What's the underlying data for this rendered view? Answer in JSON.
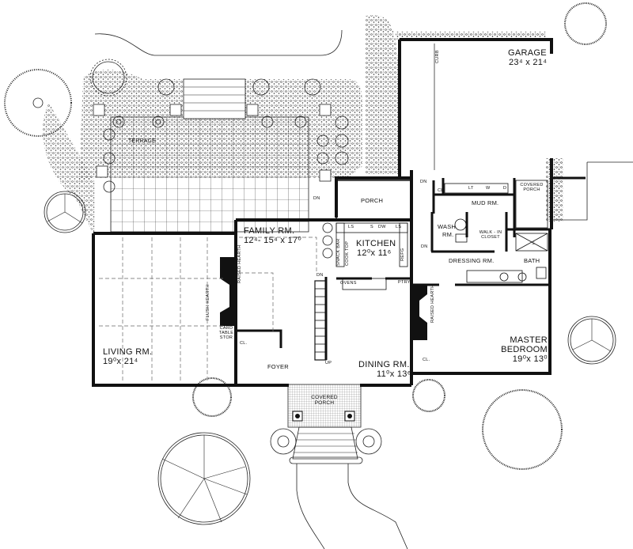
{
  "plan": {
    "rooms": {
      "garage": {
        "name": "GARAGE",
        "dim": "23⁴ x 21⁴"
      },
      "family": {
        "name": "FAMILY RM.",
        "dim": "12⁴- 15⁴ x 17⁰"
      },
      "kitchen": {
        "name": "KITCHEN",
        "dim": "12⁰x 11⁶"
      },
      "living": {
        "name": "LIVING RM.",
        "dim": "19⁰x 21⁴"
      },
      "dining": {
        "name": "DINING RM.",
        "dim": "11⁰x 13⁶"
      },
      "master": {
        "name": "MASTER",
        "name2": "BEDROOM",
        "dim": "19⁰x 13⁰"
      },
      "foyer": {
        "name": "FOYER"
      },
      "mud": {
        "name": "MUD RM."
      },
      "wash": {
        "name": "WASH",
        "name2": "RM."
      },
      "dressing": {
        "name": "DRESSING RM."
      },
      "bath": {
        "name": "BATH"
      },
      "porch": {
        "name": "PORCH"
      },
      "terrace": {
        "name": "TERRACE"
      }
    },
    "labels": {
      "covered_porch_front": [
        "COVERED",
        "PORCH"
      ],
      "covered_porch_side": [
        "COVERED",
        "PORCH"
      ],
      "walk_in_closet": [
        "WALK - IN",
        "CLOSET"
      ],
      "card_table_stor": [
        "CARD",
        "TABLE",
        "STOR"
      ],
      "flush_hearth": "FLUSH HEARTH",
      "raised_hearth_family": "RAISED HEARTH",
      "raised_hearth_master": "RAISED HEARTH",
      "snack_bar": "SNACK BAR",
      "cook_top": "COOK TOP",
      "refg": "REFG",
      "ovens": "OVENS",
      "ptry": "PTRY",
      "dw": "DW",
      "ls": "LS",
      "s": "S",
      "lt": "LT",
      "w": "W",
      "d": "D",
      "cl": "CL.",
      "curb": "CURB",
      "dn": "DN",
      "up": "UP"
    }
  },
  "colors": {
    "ink": "#111111",
    "paper": "#ffffff"
  }
}
